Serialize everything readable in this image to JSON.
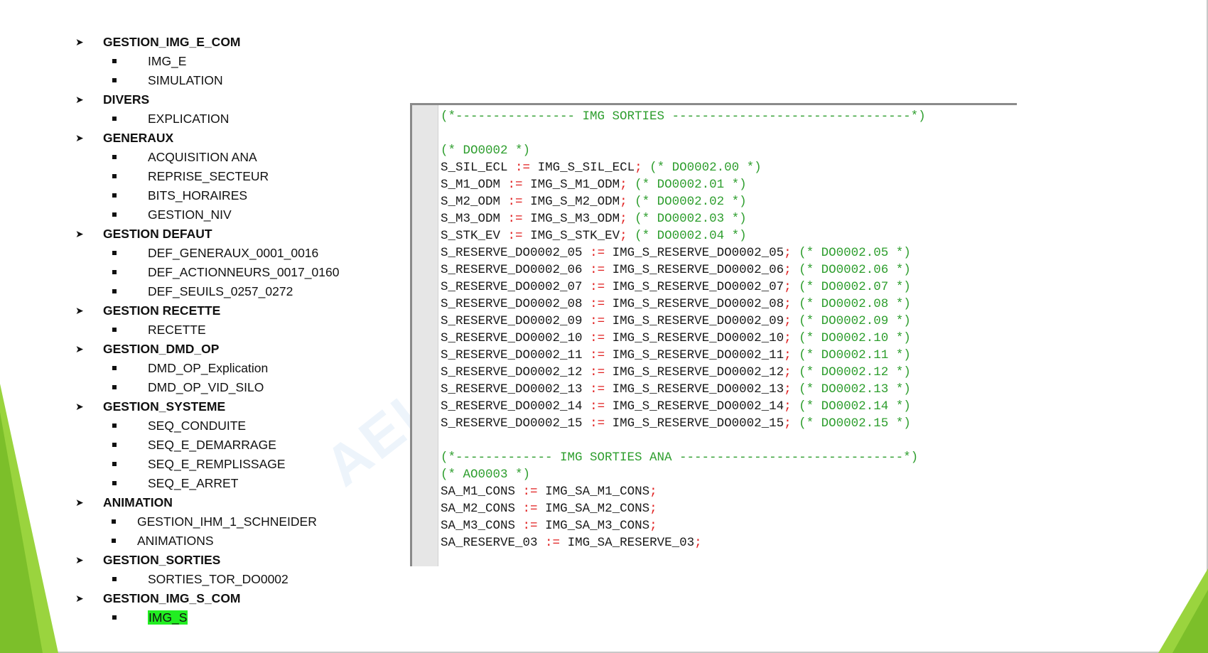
{
  "outline": [
    {
      "label": "GESTION_IMG_E_COM",
      "items": [
        "IMG_E",
        "SIMULATION"
      ]
    },
    {
      "label": "DIVERS",
      "items": [
        "EXPLICATION"
      ]
    },
    {
      "label": "GENERAUX",
      "items": [
        "ACQUISITION ANA",
        "REPRISE_SECTEUR",
        "BITS_HORAIRES",
        "GESTION_NIV"
      ]
    },
    {
      "label": "GESTION DEFAUT",
      "items": [
        "DEF_GENERAUX_0001_0016",
        "DEF_ACTIONNEURS_0017_0160",
        "DEF_SEUILS_0257_0272"
      ]
    },
    {
      "label": "GESTION RECETTE",
      "items": [
        "RECETTE"
      ]
    },
    {
      "label": "GESTION_DMD_OP",
      "items": [
        "DMD_OP_Explication",
        "DMD_OP_VID_SILO"
      ]
    },
    {
      "label": "GESTION_SYSTEME",
      "items": [
        "SEQ_CONDUITE",
        "SEQ_E_DEMARRAGE",
        "SEQ_E_REMPLISSAGE",
        "SEQ_E_ARRET"
      ]
    },
    {
      "label": "ANIMATION",
      "items": [
        "GESTION_IHM_1_SCHNEIDER",
        "ANIMATIONS"
      ]
    },
    {
      "label": "GESTION_SORTIES",
      "items": [
        "SORTIES_TOR_DO0002"
      ]
    },
    {
      "label": "GESTION_IMG_S_COM",
      "items": [
        "IMG_S"
      ]
    }
  ],
  "selected_item": "IMG_S",
  "highlight_color": "#22ee22",
  "watermark": "AEI",
  "code": {
    "assign_op": ":=",
    "terminator": ";",
    "header_sorties": "(*---------------- IMG SORTIES --------------------------------*)",
    "comment_do": "(* DO0002 *)",
    "lines_do": [
      {
        "lhs": "S_SIL_ECL",
        "rhs": "IMG_S_SIL_ECL",
        "comment": "(* DO0002.00 *)"
      },
      {
        "lhs": "S_M1_ODM",
        "rhs": "IMG_S_M1_ODM",
        "comment": "(* DO0002.01 *)"
      },
      {
        "lhs": "S_M2_ODM",
        "rhs": "IMG_S_M2_ODM",
        "comment": "(* DO0002.02 *)"
      },
      {
        "lhs": "S_M3_ODM",
        "rhs": "IMG_S_M3_ODM",
        "comment": "(* DO0002.03 *)"
      },
      {
        "lhs": "S_STK_EV",
        "rhs": "IMG_S_STK_EV",
        "comment": "(* DO0002.04 *)"
      },
      {
        "lhs": "S_RESERVE_DO0002_05",
        "rhs": "IMG_S_RESERVE_DO0002_05",
        "comment": "(* DO0002.05 *)"
      },
      {
        "lhs": "S_RESERVE_DO0002_06",
        "rhs": "IMG_S_RESERVE_DO0002_06",
        "comment": "(* DO0002.06 *)"
      },
      {
        "lhs": "S_RESERVE_DO0002_07",
        "rhs": "IMG_S_RESERVE_DO0002_07",
        "comment": "(* DO0002.07 *)"
      },
      {
        "lhs": "S_RESERVE_DO0002_08",
        "rhs": "IMG_S_RESERVE_DO0002_08",
        "comment": "(* DO0002.08 *)"
      },
      {
        "lhs": "S_RESERVE_DO0002_09",
        "rhs": "IMG_S_RESERVE_DO0002_09",
        "comment": "(* DO0002.09 *)"
      },
      {
        "lhs": "S_RESERVE_DO0002_10",
        "rhs": "IMG_S_RESERVE_DO0002_10",
        "comment": "(* DO0002.10 *)"
      },
      {
        "lhs": "S_RESERVE_DO0002_11",
        "rhs": "IMG_S_RESERVE_DO0002_11",
        "comment": "(* DO0002.11 *)"
      },
      {
        "lhs": "S_RESERVE_DO0002_12",
        "rhs": "IMG_S_RESERVE_DO0002_12",
        "comment": "(* DO0002.12 *)"
      },
      {
        "lhs": "S_RESERVE_DO0002_13",
        "rhs": "IMG_S_RESERVE_DO0002_13",
        "comment": "(* DO0002.13 *)"
      },
      {
        "lhs": "S_RESERVE_DO0002_14",
        "rhs": "IMG_S_RESERVE_DO0002_14",
        "comment": "(* DO0002.14 *)"
      },
      {
        "lhs": "S_RESERVE_DO0002_15",
        "rhs": "IMG_S_RESERVE_DO0002_15",
        "comment": "(* DO0002.15 *)"
      }
    ],
    "header_ana": "(*------------- IMG SORTIES ANA ------------------------------*)",
    "comment_ao": "(* AO0003 *)",
    "lines_ao": [
      {
        "lhs": "SA_M1_CONS",
        "rhs": "IMG_SA_M1_CONS"
      },
      {
        "lhs": "SA_M2_CONS",
        "rhs": "IMG_SA_M2_CONS"
      },
      {
        "lhs": "SA_M3_CONS",
        "rhs": "IMG_SA_M3_CONS"
      },
      {
        "lhs": "SA_RESERVE_03",
        "rhs": "IMG_SA_RESERVE_03"
      }
    ]
  }
}
